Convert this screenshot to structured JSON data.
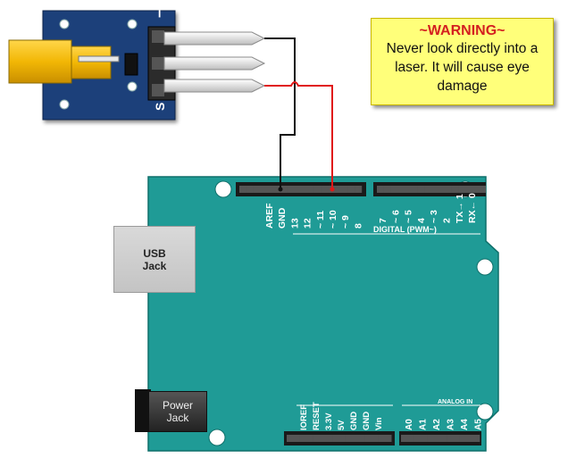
{
  "warning": {
    "title": "~WARNING~",
    "line1": "Never look directly into a",
    "line2": "laser.  It will cause eye",
    "line3": "damage"
  },
  "laser_module": {
    "pin_minus": "−",
    "pin_signal": "S"
  },
  "board": {
    "usb_line1": "USB",
    "usb_line2": "Jack",
    "power_line1": "Power",
    "power_line2": "Jack",
    "digital_header_label": "DIGITAL (PWM~)",
    "analog_header_label": "ANALOG IN",
    "digital_pins_left": [
      "AREF",
      "GND",
      "13",
      "12",
      "~ 11",
      "~ 10",
      "~ 9",
      "8"
    ],
    "digital_pins_right": [
      "7",
      "~ 6",
      "~ 5",
      "4",
      "~ 3",
      "2",
      "TX→ 1",
      "RX← 0"
    ],
    "power_pins": [
      "IOREF",
      "RESET",
      "3.3V",
      "5V",
      "GND",
      "GND",
      "Vin"
    ],
    "analog_pins": [
      "A0",
      "A1",
      "A2",
      "A3",
      "A4",
      "A5"
    ]
  },
  "colors": {
    "board": "#1f9b96",
    "wire_ground": "#111111",
    "wire_signal": "#e01818",
    "laser_pcb": "#1d3f7a",
    "laser_body": "#f2b705",
    "warning_bg": "#ffff7a",
    "warning_title": "#d42020"
  }
}
